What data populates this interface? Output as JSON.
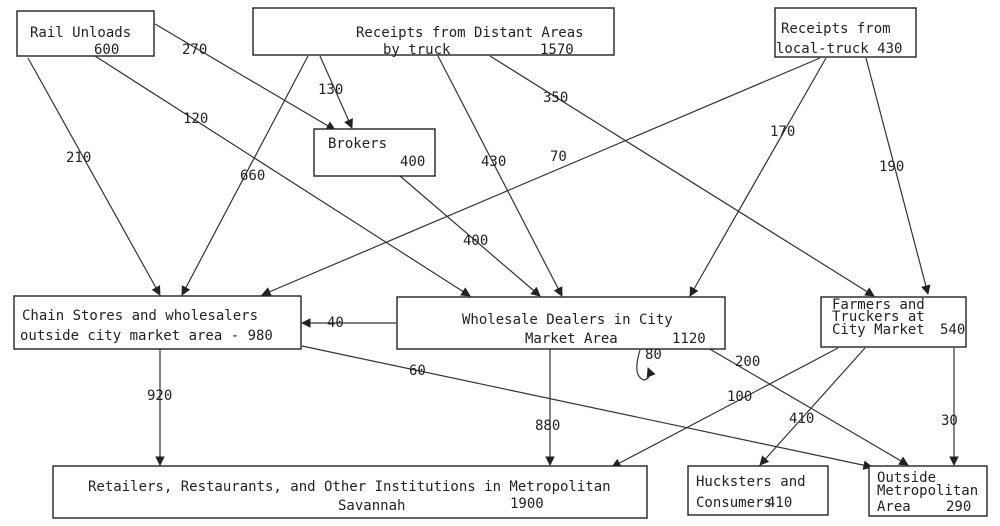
{
  "nodes": {
    "rail": {
      "lines": [
        "Rail Unloads",
        "600"
      ]
    },
    "distant": {
      "lines": [
        "Receipts from Distant Areas",
        "by truck",
        "1570"
      ]
    },
    "local": {
      "lines": [
        "Receipts from",
        "local-truck 430"
      ]
    },
    "brokers": {
      "lines": [
        "Brokers",
        "400"
      ]
    },
    "chain": {
      "lines": [
        "Chain Stores and wholesalers",
        "outside city market area - 980"
      ]
    },
    "wholesale": {
      "lines": [
        "Wholesale Dealers in City",
        "Market Area",
        "1120"
      ]
    },
    "farmers": {
      "lines": [
        "Farmers and",
        "Truckers at",
        "City Market",
        "540"
      ]
    },
    "retailers": {
      "lines": [
        "Retailers, Restaurants, and Other Institutions in Metropolitan",
        "Savannah",
        "1900"
      ]
    },
    "hucksters": {
      "lines": [
        "Hucksters and",
        "Consumers",
        "410"
      ]
    },
    "outside": {
      "lines": [
        "Outside",
        "Metropolitan",
        "Area",
        "290"
      ]
    }
  },
  "flows": [
    {
      "from": "rail",
      "to": "brokers",
      "value": "270"
    },
    {
      "from": "rail",
      "to": "wholesale",
      "value": "120"
    },
    {
      "from": "rail",
      "to": "chain",
      "value": "210"
    },
    {
      "from": "distant",
      "to": "brokers",
      "value": "130"
    },
    {
      "from": "distant",
      "to": "chain",
      "value": "660"
    },
    {
      "from": "distant",
      "to": "wholesale",
      "value": "430"
    },
    {
      "from": "distant",
      "to": "farmers",
      "value": "350"
    },
    {
      "from": "local",
      "to": "chain",
      "value": "70"
    },
    {
      "from": "local",
      "to": "wholesale",
      "value": "170"
    },
    {
      "from": "local",
      "to": "farmers",
      "value": "190"
    },
    {
      "from": "brokers",
      "to": "wholesale",
      "value": "400"
    },
    {
      "from": "wholesale",
      "to": "chain",
      "value": "40"
    },
    {
      "from": "wholesale",
      "to": "wholesale",
      "value": "80"
    },
    {
      "from": "wholesale",
      "to": "retailers",
      "value": "880"
    },
    {
      "from": "wholesale",
      "to": "outside",
      "value": "200"
    },
    {
      "from": "chain",
      "to": "retailers",
      "value": "920"
    },
    {
      "from": "chain",
      "to": "outside",
      "value": "60"
    },
    {
      "from": "farmers",
      "to": "retailers",
      "value": "100"
    },
    {
      "from": "farmers",
      "to": "hucksters",
      "value": "410"
    },
    {
      "from": "farmers",
      "to": "outside",
      "value": "30"
    }
  ]
}
